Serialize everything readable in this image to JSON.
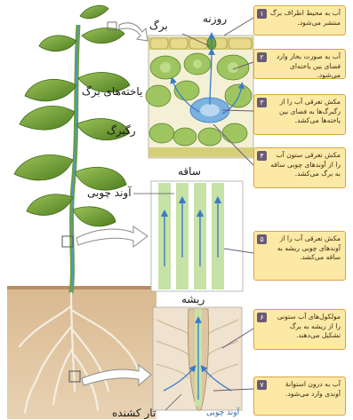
{
  "labels": {
    "leaf": "برگ",
    "stomata": "روزنه",
    "leaf_cells": "یاخته‌های برگ",
    "vein": "رگبرگ",
    "stem": "ساقه",
    "xylem": "آوند چوبی",
    "root": "ریشه",
    "root_hair": "تار کشنده",
    "xylem_bottom": "آوند چوبی"
  },
  "steps": [
    {
      "num": "۱",
      "text": "آب به محیط اطراف برگ منتشر می‌شود."
    },
    {
      "num": "۲",
      "text": "آب به صورت بخار وارد فضای بین یاخته‌ای می‌شود."
    },
    {
      "num": "۳",
      "text": "مکش تعرقی آب را از رگبرگ‌ها به فضای بین یاخته‌ها می‌کشد."
    },
    {
      "num": "۴",
      "text": "مکش تعرقی ستون آب را از آوندهای چوبی ساقه به برگ می‌کشد."
    },
    {
      "num": "۵",
      "text": "مکش تعرقی آب را از آوندهای چوبی ریشه به ساقه می‌کشد."
    },
    {
      "num": "۶",
      "text": "مولکول‌های آب ستونی را از ریشه به برگ تشکیل می‌دهند."
    },
    {
      "num": "۷",
      "text": "آب به درون استوانهٔ آوندی وارد می‌شود."
    }
  ],
  "colors": {
    "callout_bg": "#fde9a6",
    "callout_border": "#d9a441",
    "number_badge": "#6a5a74",
    "leaf_green": "#6f9d32",
    "xylem_green": "#c7e2a6",
    "flow_blue": "#3a7bc8",
    "soil": "#c9a57c"
  }
}
